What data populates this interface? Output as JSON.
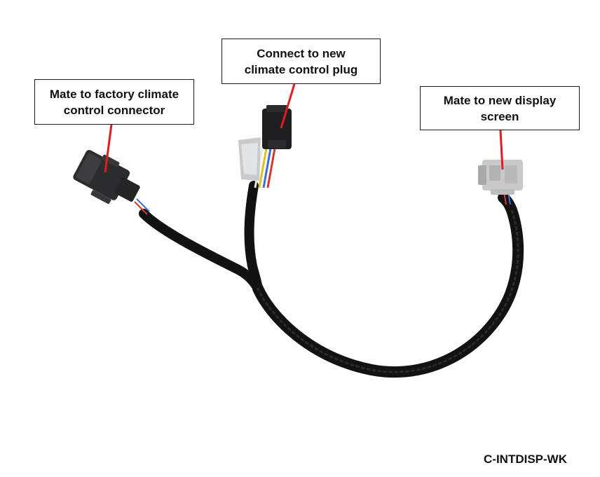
{
  "labels": {
    "factory_connector": {
      "line1": "Mate to factory climate",
      "line2": "control connector"
    },
    "climate_plug": {
      "line1": "Connect to new",
      "line2": "climate control plug"
    },
    "display_screen": {
      "line1": "Mate to new display",
      "line2": "screen"
    }
  },
  "part_number": "C-INTDISP-WK",
  "colors": {
    "pointer": "#e11b22",
    "cable": "#121212",
    "connector_dark": "#2c2c2e",
    "connector_light": "#c9c9c9"
  }
}
